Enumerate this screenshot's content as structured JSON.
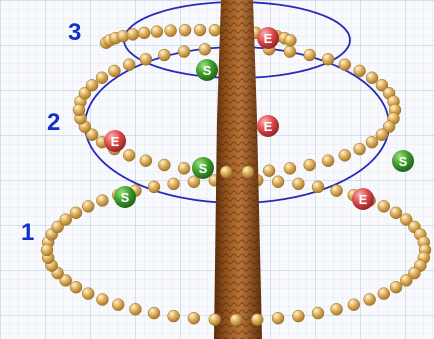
{
  "colors": {
    "background": "#f7f9fc",
    "grid_minor": "#d7e1ee",
    "grid_major": "#b5c6de",
    "orbit_blue": "#2a2ab8",
    "label_blue": "#1530c8",
    "bead_gold": "#d9ad5a",
    "trunk_brown": "#8a4a16",
    "start_green": "#3f9a2c",
    "end_red": "#d94a4a",
    "marker_text": "#ffffff"
  },
  "levels": [
    {
      "label": "1"
    },
    {
      "label": "2"
    },
    {
      "label": "3"
    }
  ],
  "markers": [
    {
      "kind": "start",
      "letter": "S",
      "icon": "start-marker-icon"
    },
    {
      "kind": "start",
      "letter": "S",
      "icon": "start-marker-icon"
    },
    {
      "kind": "start",
      "letter": "S",
      "icon": "start-marker-icon"
    },
    {
      "kind": "start",
      "letter": "S",
      "icon": "start-marker-icon"
    },
    {
      "kind": "end",
      "letter": "E",
      "icon": "end-marker-icon"
    },
    {
      "kind": "end",
      "letter": "E",
      "icon": "end-marker-icon"
    },
    {
      "kind": "end",
      "letter": "E",
      "icon": "end-marker-icon"
    },
    {
      "kind": "end",
      "letter": "E",
      "icon": "end-marker-icon"
    }
  ]
}
